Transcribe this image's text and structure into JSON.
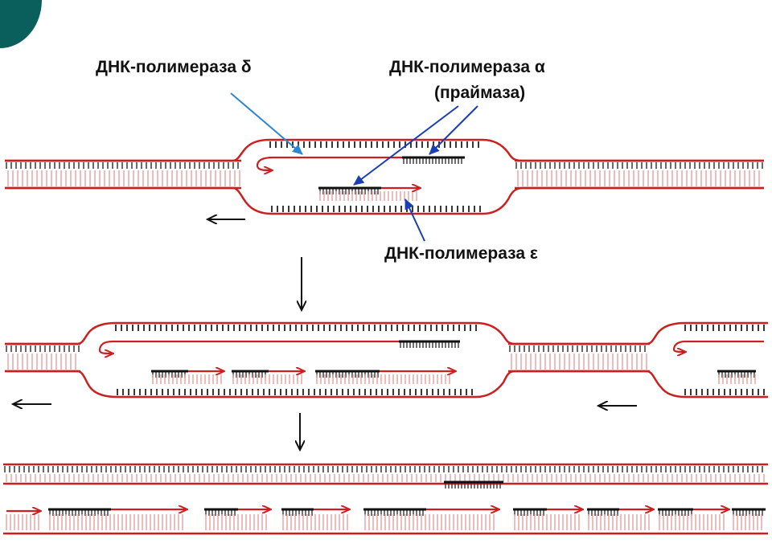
{
  "labels": {
    "pol_delta": "ДНК-полимераза δ",
    "pol_alpha_line1": "ДНК-полимераза α",
    "pol_alpha_line2": "(праймаза)",
    "pol_epsilon": "ДНК-полимераза ε"
  },
  "colors": {
    "strand_red": "#cc1f1f",
    "primer_black": "#111111",
    "pointer_blue": "#1a3fb5",
    "pointer_lightblue": "#2a86d6",
    "corner_teal": "#0a5f5c"
  },
  "icons": {
    "direction_arrow": "left-arrow-icon",
    "step_arrow": "down-arrow-icon"
  }
}
